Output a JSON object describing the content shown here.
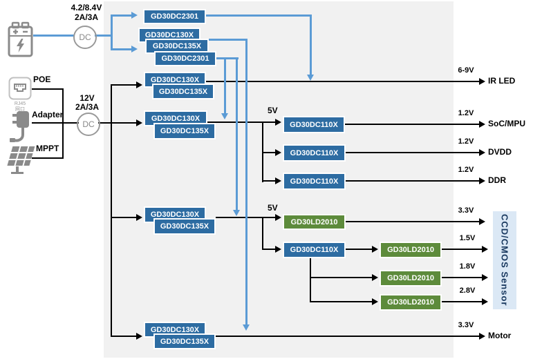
{
  "colors": {
    "chip_blue": "#2d6ca2",
    "chip_green": "#5d8b3b",
    "wire_blue": "#5b9bd5",
    "panel_bg": "#f1f1f1",
    "sensor_bg": "#dbe8f5",
    "sensor_text": "#17375e"
  },
  "battery_rail": {
    "voltage": "4.2/8.4V",
    "current": "2A/3A",
    "dc": "DC"
  },
  "main_rail": {
    "voltage": "12V",
    "current": "2A/3A",
    "dc": "DC"
  },
  "sources": {
    "poe": "POE",
    "poe_caption_line1": "RJ45",
    "poe_caption_line2": "网口",
    "adapter": "Adapter",
    "mppt": "MPPT"
  },
  "rails": {
    "rail5v_soc": "5V",
    "rail5v_sensor": "5V"
  },
  "nodes": {
    "top_group": [
      "GD30DC2301",
      "GD30DC130X",
      "GD30DC135X",
      "GD30DC2301"
    ],
    "ir_pair": [
      "GD30DC130X",
      "GD30DC135X"
    ],
    "soc_pair": [
      "GD30DC130X",
      "GD30DC135X"
    ],
    "soc_bucks": [
      "GD30DC110X",
      "GD30DC110X",
      "GD30DC110X"
    ],
    "sensor_pair": [
      "GD30DC130X",
      "GD30DC135X"
    ],
    "sensor_ldo_top": "GD30LD2010",
    "sensor_buck": "GD30DC110X",
    "sensor_ldos": [
      "GD30LD2010",
      "GD30LD2010",
      "GD30LD2010"
    ],
    "motor_pair": [
      "GD30DC130X",
      "GD30DC135X"
    ]
  },
  "outputs": [
    {
      "voltage": "6-9V",
      "load": "IR LED"
    },
    {
      "voltage": "1.2V",
      "load": "SoC/MPU"
    },
    {
      "voltage": "1.2V",
      "load": "DVDD"
    },
    {
      "voltage": "1.2V",
      "load": "DDR"
    },
    {
      "voltage": "3.3V",
      "load": ""
    },
    {
      "voltage": "1.5V",
      "load": ""
    },
    {
      "voltage": "1.8V",
      "load": ""
    },
    {
      "voltage": "2.8V",
      "load": ""
    },
    {
      "voltage": "3.3V",
      "load": "Motor"
    }
  ],
  "sensor": {
    "label": "CCD/CMOS Sensor"
  }
}
